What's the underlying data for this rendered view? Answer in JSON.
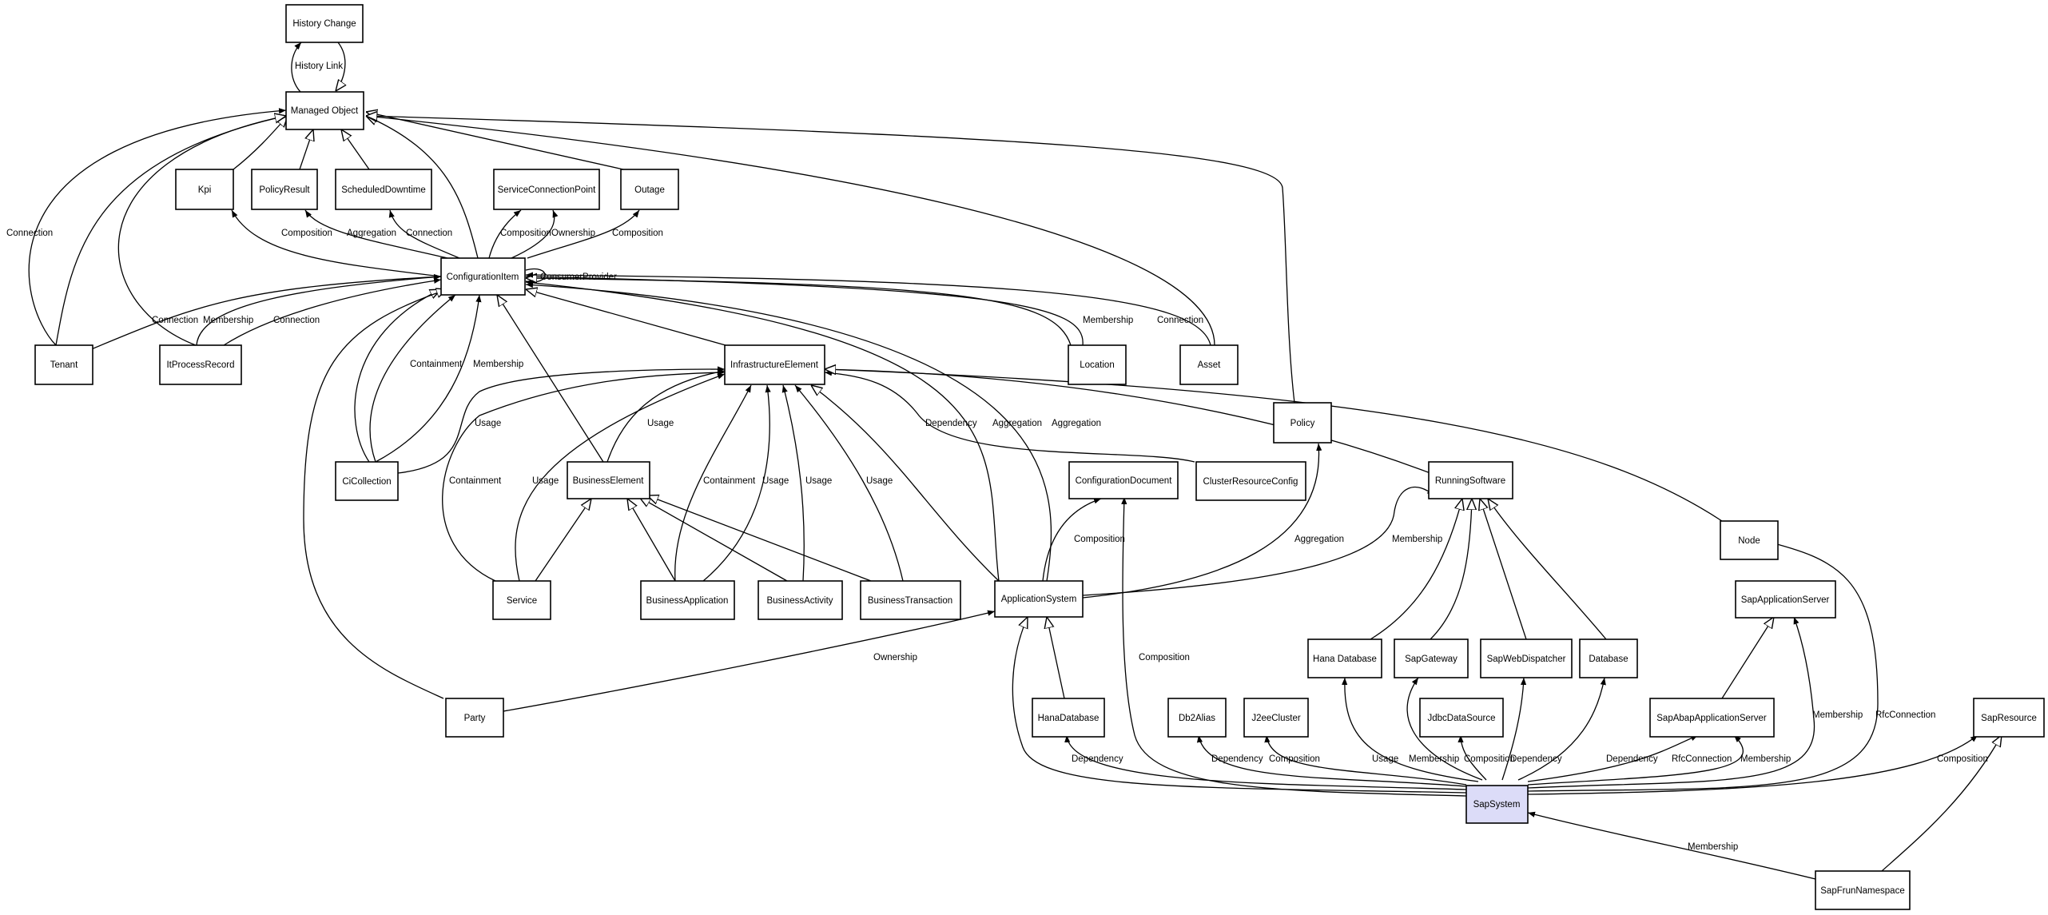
{
  "nodes": {
    "history_change": "History Change",
    "managed_object": "Managed Object",
    "kpi": "Kpi",
    "policy_result": "PolicyResult",
    "scheduled_downtime": "ScheduledDowntime",
    "service_connection_point": "ServiceConnectionPoint",
    "outage": "Outage",
    "configuration_item": "ConfigurationItem",
    "tenant": "Tenant",
    "it_process_record": "ItProcessRecord",
    "infrastructure_element": "InfrastructureElement",
    "location": "Location",
    "asset": "Asset",
    "policy": "Policy",
    "ci_collection": "CiCollection",
    "business_element": "BusinessElement",
    "configuration_document": "ConfigurationDocument",
    "cluster_resource_config": "ClusterResourceConfig",
    "running_software": "RunningSoftware",
    "node": "Node",
    "service": "Service",
    "business_application": "BusinessApplication",
    "business_activity": "BusinessActivity",
    "business_transaction": "BusinessTransaction",
    "application_system": "ApplicationSystem",
    "sap_application_server": "SapApplicationServer",
    "hana_database_sw": "Hana Database",
    "sap_gateway": "SapGateway",
    "sap_web_dispatcher": "SapWebDispatcher",
    "database": "Database",
    "party": "Party",
    "hana_database": "HanaDatabase",
    "db2_alias": "Db2Alias",
    "j2ee_cluster": "J2eeCluster",
    "jdbc_data_source": "JdbcDataSource",
    "sap_abap_application_server": "SapAbapApplicationServer",
    "sap_resource": "SapResource",
    "sap_system": "SapSystem",
    "sap_frun_namespace": "SapFrunNamespace"
  },
  "edge_labels": {
    "history_link": "History Link",
    "connection_tenant_mo": "Connection",
    "composition_kpi": "Composition",
    "aggregation_policyresult": "Aggregation",
    "connection_downtime": "Connection",
    "composition_scp": "Composition",
    "ownership_scp": "Ownership",
    "composition_outage": "Composition",
    "consumer_provider": "ConsumerProvider",
    "connection_tenant_ci": "Connection",
    "membership_itpr": "Membership",
    "connection_itpr": "Connection",
    "membership_location": "Membership",
    "connection_asset": "Connection",
    "containment_cicollection": "Containment",
    "membership_cicollection": "Membership",
    "usage_cicollection": "Usage",
    "usage_businesselement": "Usage",
    "dependency_cluster": "Dependency",
    "aggregation_appsys_1": "Aggregation",
    "aggregation_appsys_2": "Aggregation",
    "containment_service": "Containment",
    "usage_service": "Usage",
    "containment_businessapp": "Containment",
    "usage_businessapp": "Usage",
    "usage_businessactivity": "Usage",
    "usage_businesstransaction": "Usage",
    "composition_configdoc": "Composition",
    "aggregation_policy": "Aggregation",
    "membership_runningsw": "Membership",
    "ownership_party": "Ownership",
    "composition_sapsys_configdoc": "Composition",
    "dependency_hanadb": "Dependency",
    "dependency_db2": "Dependency",
    "composition_j2ee": "Composition",
    "usage_hana_sw": "Usage",
    "membership_sapgateway": "Membership",
    "composition_jdbc": "Composition",
    "dependency_webdispatcher": "Dependency",
    "dependency_database": "Dependency",
    "rfcconnection_abap": "RfcConnection",
    "membership_abap": "Membership",
    "membership_appserver": "Membership",
    "rfcconnection_node": "RfcConnection",
    "composition_sapresource": "Composition",
    "membership_frun": "Membership"
  }
}
